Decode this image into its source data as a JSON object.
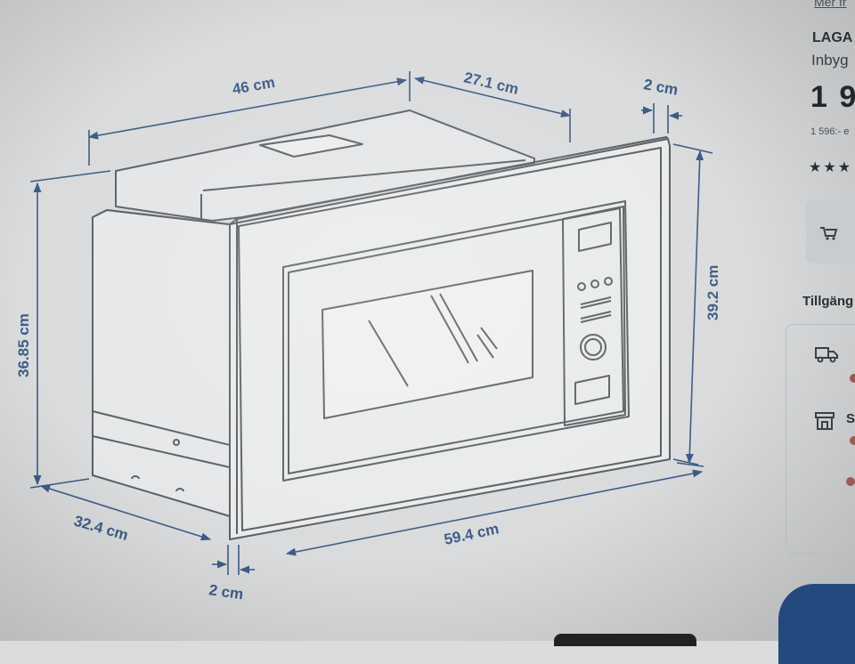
{
  "drawing": {
    "dimensions": {
      "depth_total": "46 cm",
      "depth_top": "27.1 cm",
      "frame_top": "2 cm",
      "height_frame": "39.2 cm",
      "height_body": "36.85 cm",
      "depth_bottom": "32.4 cm",
      "width_frame": "59.4 cm",
      "frame_bottom": "2 cm"
    },
    "line_color": "#5b5f64",
    "dim_color": "#3d5c86"
  },
  "product": {
    "more_link": "Mer fr",
    "name": "LAGA",
    "description": "Inbyg",
    "price": "1 9",
    "price_note": "1 596:- e",
    "rating_stars": "★★★",
    "availability_label": "Tillgäng",
    "store_letter": "S",
    "accent_color": "#23497f"
  },
  "icons": [
    "cart-add-icon",
    "truck-icon",
    "store-icon"
  ]
}
